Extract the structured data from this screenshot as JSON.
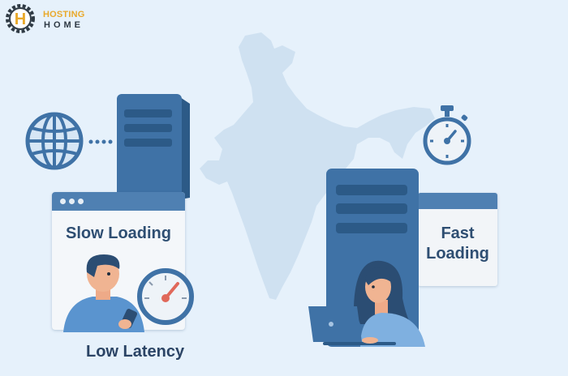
{
  "brand": {
    "logo_letter": "H",
    "name_line1": "HOSTING",
    "name_line2": "HOME",
    "colors": {
      "accent": "#e9a92b",
      "dark": "#2f3a44"
    }
  },
  "left_panel": {
    "window_title": "Slow Loading",
    "caption": "Low Latency",
    "icons": [
      "globe-icon",
      "server-icon",
      "speedometer-icon",
      "person-with-phone"
    ]
  },
  "right_panel": {
    "window_title_line1": "Fast",
    "window_title_line2": "Loading",
    "icons": [
      "stopwatch-icon",
      "server-icon",
      "person-with-laptop"
    ]
  },
  "background": {
    "map": "india-map-silhouette",
    "colors": {
      "bg": "#e6f1fb",
      "map": "#cfe1f1",
      "primary_blue": "#3f72a6",
      "window_bar": "#4f80b2",
      "text": "#2e4e72"
    }
  }
}
